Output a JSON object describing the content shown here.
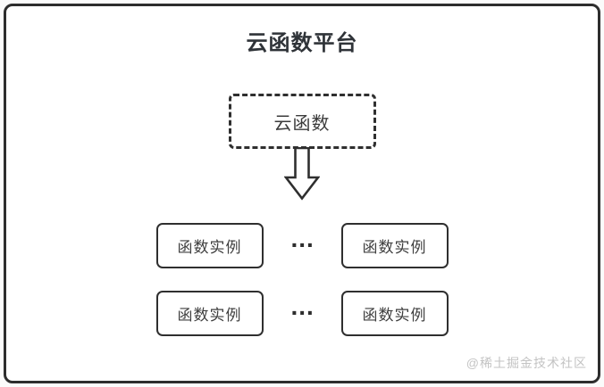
{
  "diagram": {
    "title": "云函数平台",
    "cloud_function": {
      "label": "云函数"
    },
    "dots": "...",
    "instance_rows": [
      {
        "left": "函数实例",
        "right": "函数实例"
      },
      {
        "left": "函数实例",
        "right": "函数实例"
      }
    ]
  },
  "watermark": {
    "text": "@稀土掘金技术社区"
  },
  "colors": {
    "outer_border": "#2d2d2d",
    "box_border": "#2f2f2f",
    "title_text": "#2f3338",
    "label_text": "#3f3f3f",
    "watermark_text": "#c3c3c3",
    "background": "#ffffff"
  }
}
